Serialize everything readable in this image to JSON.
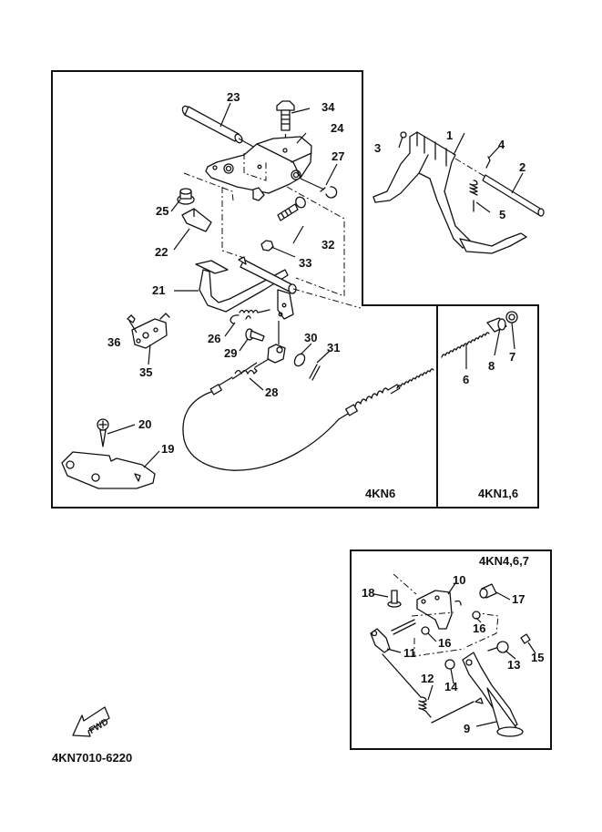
{
  "diagram": {
    "type": "exploded-parts-diagram",
    "catalog_code": "4KN7010-6220",
    "direction_arrow": "FWD",
    "panels": {
      "main": {
        "variant_label": "4KN6"
      },
      "spring_inset": {
        "variant_label": "4KN1,6"
      },
      "sidestand_inset": {
        "variant_label": "4KN4,6,7"
      }
    },
    "callouts": {
      "p1": "1",
      "p2": "2",
      "p3": "3",
      "p4": "4",
      "p5": "5",
      "p6": "6",
      "p7": "7",
      "p8": "8",
      "p9": "9",
      "p10": "10",
      "p11": "11",
      "p12": "12",
      "p13": "13",
      "p14": "14",
      "p15": "15",
      "p16a": "16",
      "p16b": "16",
      "p17": "17",
      "p18": "18",
      "p19": "19",
      "p20": "20",
      "p21": "21",
      "p22": "22",
      "p23": "23",
      "p24": "24",
      "p25": "25",
      "p26": "26",
      "p27": "27",
      "p28": "28",
      "p29": "29",
      "p30": "30",
      "p31": "31",
      "p32": "32",
      "p33": "33",
      "p34": "34",
      "p35": "35",
      "p36": "36"
    }
  }
}
